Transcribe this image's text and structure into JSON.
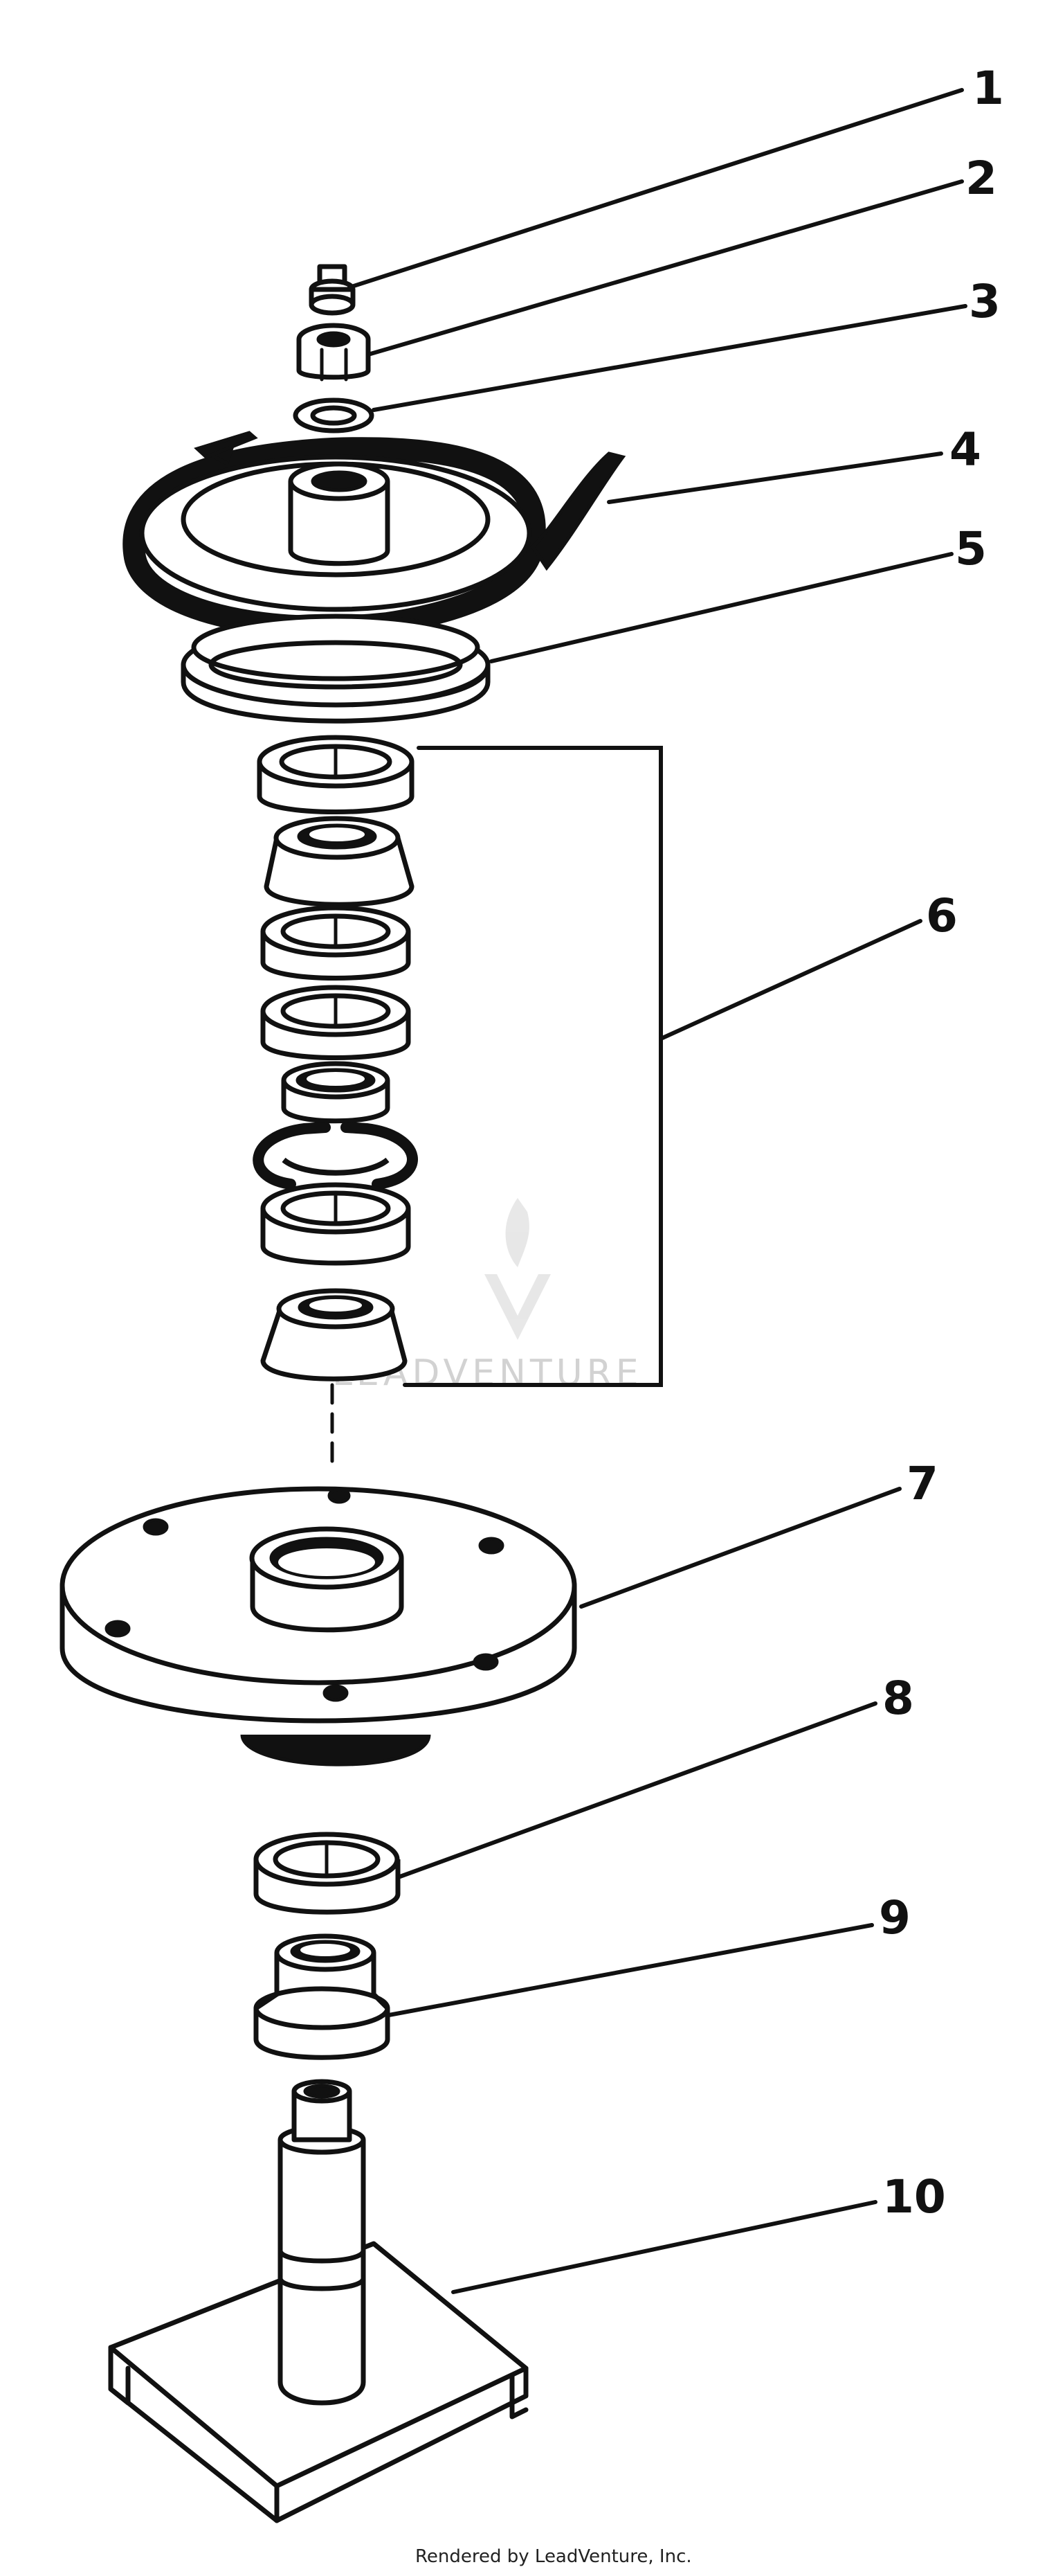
{
  "parts": [
    {
      "id": "part-1",
      "number": "1"
    },
    {
      "id": "part-2",
      "number": "2"
    },
    {
      "id": "part-3",
      "number": "3"
    },
    {
      "id": "part-4",
      "number": "4"
    },
    {
      "id": "part-5",
      "number": "5"
    },
    {
      "id": "part-6",
      "number": "6"
    },
    {
      "id": "part-7",
      "number": "7"
    },
    {
      "id": "part-8",
      "number": "8"
    },
    {
      "id": "part-9",
      "number": "9"
    },
    {
      "id": "part-10",
      "number": "10"
    }
  ],
  "watermark": {
    "text": "LEADVENTURE",
    "icon": "flame-v-logo-icon"
  },
  "credit": "Rendered by LeadVenture, Inc.",
  "colors": {
    "ink": "#111111",
    "paper": "#ffffff",
    "watermark": "#d2d2d2"
  }
}
